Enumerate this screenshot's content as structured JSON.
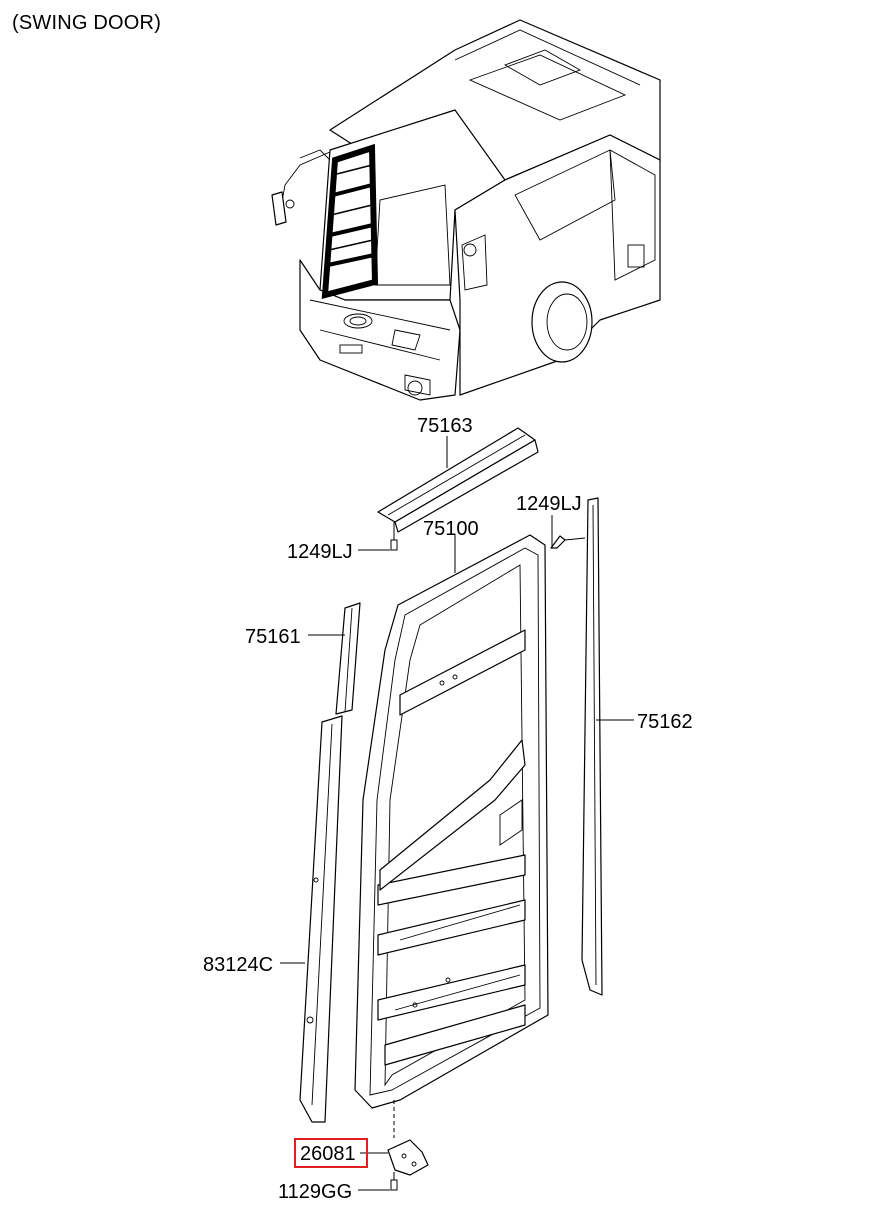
{
  "title": "(SWING DOOR)",
  "parts": {
    "p75163": "75163",
    "p1249lj_left": "1249LJ",
    "p1249lj_right": "1249LJ",
    "p75100": "75100",
    "p75161": "75161",
    "p75162": "75162",
    "p83124c": "83124C",
    "p26081": "26081",
    "p1129gg": "1129GG"
  },
  "highlight_color": "#e02020"
}
